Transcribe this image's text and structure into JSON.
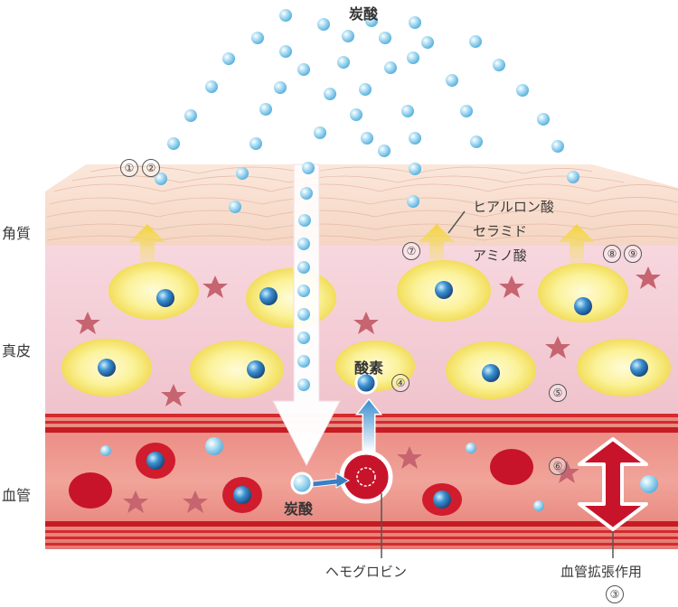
{
  "title": "炭酸",
  "layers": {
    "stratum_corneum": "角質",
    "dermis": "真皮",
    "blood_vessel": "血管"
  },
  "moisturizers": {
    "line1": "ヒアルロン酸",
    "line2": "セラミド",
    "line3": "アミノ酸"
  },
  "oxygen": "酸素",
  "co2_in_vessel": "炭酸",
  "hemoglobin": "ヘモグロビン",
  "vasodilation": "血管拡張作用",
  "markers": {
    "m1": "①",
    "m2": "②",
    "m3": "③",
    "m4": "④",
    "m5": "⑤",
    "m6": "⑥",
    "m7": "⑦",
    "m8": "⑧",
    "m9": "⑨"
  },
  "colors": {
    "skin_surface": "#f6d9c6",
    "dermis": "#f4cdd6",
    "vessel": "#d94848",
    "cell": "#fbf3a4",
    "bubble": "#8fcfee",
    "red_cell": "#c8142a"
  }
}
